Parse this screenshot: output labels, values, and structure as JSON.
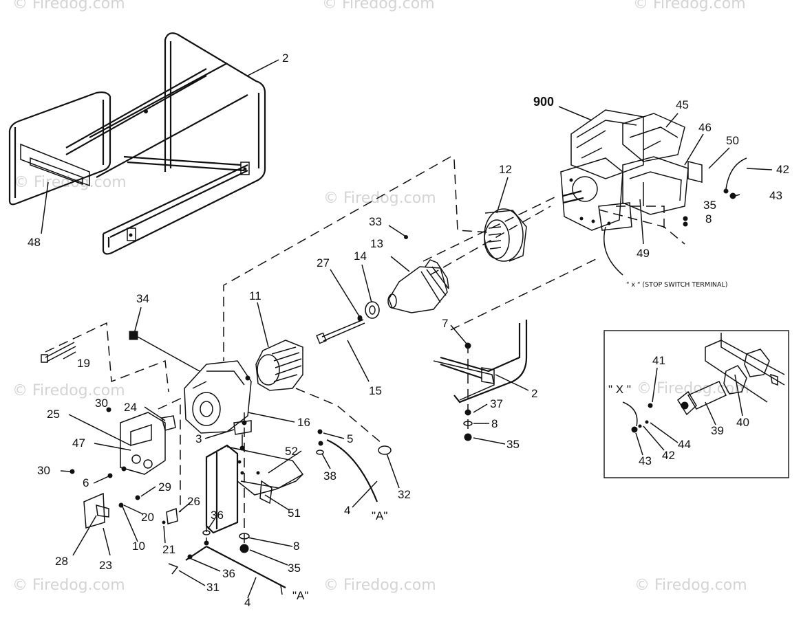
{
  "watermark": "© Firedog.com",
  "callouts": [
    "2",
    "48",
    "900",
    "45",
    "46",
    "50",
    "42",
    "43",
    "35",
    "8",
    "49",
    "12",
    "33",
    "13",
    "27",
    "14",
    "11",
    "34",
    "19",
    "15",
    "7",
    "37",
    "24",
    "30",
    "25",
    "47",
    "16",
    "3",
    "5",
    "52",
    "38",
    "32",
    "6",
    "29",
    "26",
    "51",
    "4",
    "36",
    "20",
    "10",
    "21",
    "28",
    "23",
    "31",
    "41",
    "40",
    "39",
    "44"
  ],
  "labels": {
    "frame_top": "2",
    "handle": "48",
    "engine": "900",
    "air_cleaner": "45",
    "fuel_tank": "46",
    "decal": "50",
    "wire_42": "42",
    "nut_43": "43",
    "nut_35_top": "35",
    "washer_8_top": "8",
    "muffler": "49",
    "adapter_12": "12",
    "screw_33": "33",
    "rotor_13": "13",
    "washer_27": "27",
    "bearing_14": "14",
    "stator_11": "11",
    "grommet_34": "34",
    "bolt_19": "19",
    "bolt_15": "15",
    "bolt_7": "7",
    "washer_37": "37",
    "washer_8_mid": "8",
    "nut_35_mid": "35",
    "frame_bottom": "2",
    "outlet_24": "24",
    "screw_30_top": "30",
    "panel_25": "25",
    "decal_47": "47",
    "screw_30_left": "30",
    "end_bell_16": "16",
    "bracket_3": "3",
    "screw_5": "5",
    "bracket_52": "52",
    "grommet_38": "38",
    "plug_32": "32",
    "screw_6": "6",
    "screw_29": "29",
    "bracket_26": "26",
    "cradle_51": "51",
    "wire_4_upper": "4",
    "ref_a_upper": "\"A\"",
    "washer_36_upper": "36",
    "washer_8_low": "8",
    "nut_35_low": "35",
    "screw_20": "20",
    "washer_10": "10",
    "clip_21": "21",
    "nut_28": "28",
    "receptacle_23": "23",
    "washer_36_lower": "36",
    "terminal_31": "31",
    "wire_4_lower": "4",
    "ref_a_lower": "\"A\"",
    "stop_switch_note": "\" x \" (STOP SWITCH TERMINAL)"
  },
  "inset": {
    "screw_41": "41",
    "x_marker": "\" X \"",
    "gasket_40": "40",
    "switch_39": "39",
    "washer_44": "44",
    "nut_43": "43",
    "wire_42": "42"
  }
}
